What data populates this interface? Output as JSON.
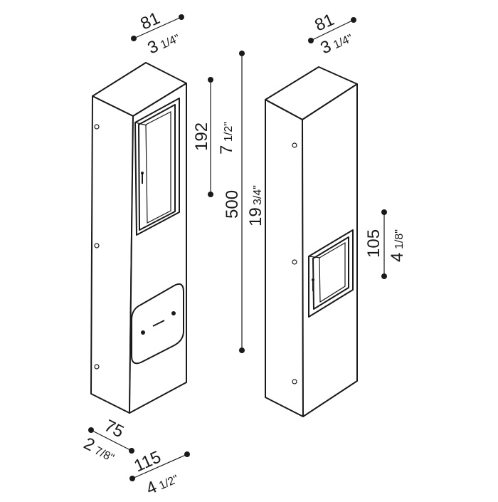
{
  "dimensions": {
    "left_width_mm": "81",
    "left_width_in_whole": "3",
    "left_width_in_frac": "1/4\"",
    "right_width_mm": "81",
    "right_width_in_whole": "3",
    "right_width_in_frac": "1/4\"",
    "panel_height_mm": "192",
    "panel_height_in_whole": "7",
    "panel_height_in_frac": "1/2\"",
    "total_height_mm": "500",
    "total_height_in_whole": "19",
    "total_height_in_frac": "3/4\"",
    "small_panel_mm": "105",
    "small_panel_in_whole": "4",
    "small_panel_in_frac": "1/8\"",
    "depth_mm": "75",
    "depth_in_whole": "2",
    "depth_in_frac": "7/8\"",
    "base_mm": "115",
    "base_in_whole": "4",
    "base_in_frac": "1/2\""
  },
  "colors": {
    "ink": "#1a1a1a",
    "background": "#ffffff"
  }
}
